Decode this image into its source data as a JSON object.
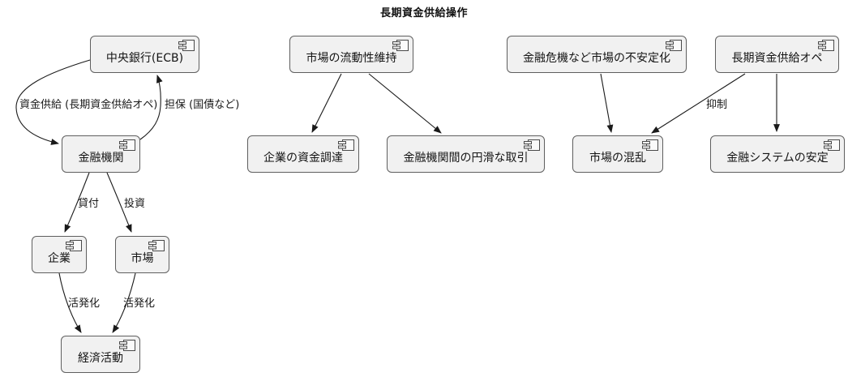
{
  "title": "長期資金供給操作",
  "diagram": {
    "type": "component-diagram",
    "accent_colors": {
      "node_fill": "#f1f1f1",
      "node_border": "#5f5f5f",
      "edge": "#1a1a1a",
      "background": "#ffffff"
    },
    "nodes": [
      {
        "id": "central-bank",
        "label": "中央銀行(ECB)"
      },
      {
        "id": "financial-institution",
        "label": "金融機関"
      },
      {
        "id": "company",
        "label": "企業"
      },
      {
        "id": "market",
        "label": "市場"
      },
      {
        "id": "economic-activity",
        "label": "経済活動"
      },
      {
        "id": "market-liquidity",
        "label": "市場の流動性維持"
      },
      {
        "id": "corporate-funding",
        "label": "企業の資金調達"
      },
      {
        "id": "interbank-transactions",
        "label": "金融機関間の円滑な取引"
      },
      {
        "id": "market-instability",
        "label": "金融危機など市場の不安定化"
      },
      {
        "id": "market-turmoil",
        "label": "市場の混乱"
      },
      {
        "id": "ltro",
        "label": "長期資金供給オペ"
      },
      {
        "id": "financial-system-stability",
        "label": "金融システムの安定"
      }
    ],
    "edges": [
      {
        "from": "中央銀行(ECB)",
        "to": "金融機関",
        "label": "資金供給 (長期資金供給オペ)"
      },
      {
        "from": "金融機関",
        "to": "中央銀行(ECB)",
        "label": "担保 (国債など)"
      },
      {
        "from": "金融機関",
        "to": "企業",
        "label": "貸付"
      },
      {
        "from": "金融機関",
        "to": "市場",
        "label": "投資"
      },
      {
        "from": "企業",
        "to": "経済活動",
        "label": "活発化"
      },
      {
        "from": "市場",
        "to": "経済活動",
        "label": "活発化"
      },
      {
        "from": "市場の流動性維持",
        "to": "企業の資金調達",
        "label": ""
      },
      {
        "from": "市場の流動性維持",
        "to": "金融機関間の円滑な取引",
        "label": ""
      },
      {
        "from": "金融危機など市場の不安定化",
        "to": "市場の混乱",
        "label": ""
      },
      {
        "from": "長期資金供給オペ",
        "to": "市場の混乱",
        "label": "抑制"
      },
      {
        "from": "長期資金供給オペ",
        "to": "金融システムの安定",
        "label": ""
      }
    ]
  }
}
